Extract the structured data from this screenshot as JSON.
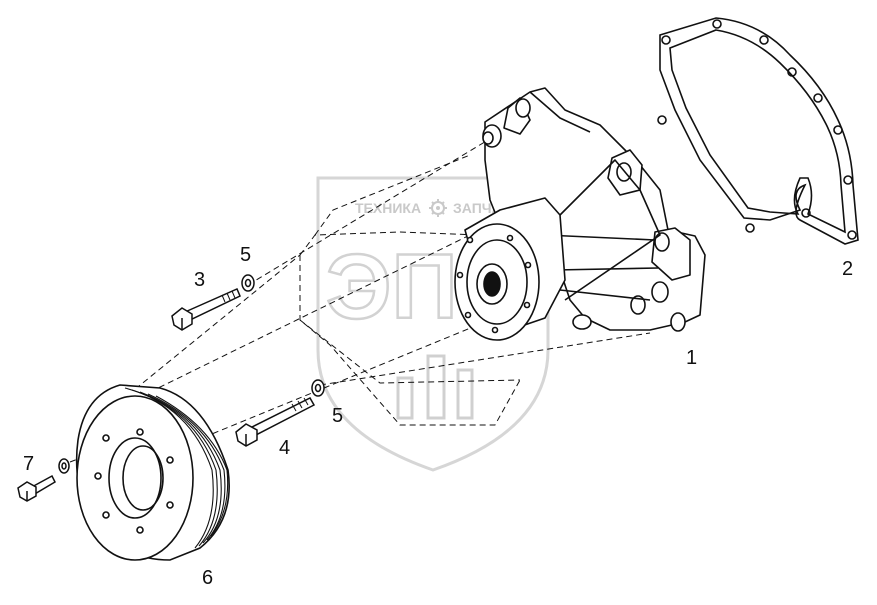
{
  "watermark": {
    "brand_left": "ТЕХНИКА",
    "brand_right": "ЗАПЧАСТИ",
    "logo_letters": "ЭПО",
    "gear_icon": "gear-icon"
  },
  "callouts": [
    {
      "id": "callout-1",
      "label": "1"
    },
    {
      "id": "callout-2",
      "label": "2"
    },
    {
      "id": "callout-3",
      "label": "3"
    },
    {
      "id": "callout-4",
      "label": "4"
    },
    {
      "id": "callout-5a",
      "label": "5"
    },
    {
      "id": "callout-5b",
      "label": "5"
    },
    {
      "id": "callout-6",
      "label": "6"
    },
    {
      "id": "callout-7",
      "label": "7"
    }
  ],
  "colors": {
    "line": "#111111",
    "watermark": "#cfcfcf",
    "background": "#ffffff"
  }
}
